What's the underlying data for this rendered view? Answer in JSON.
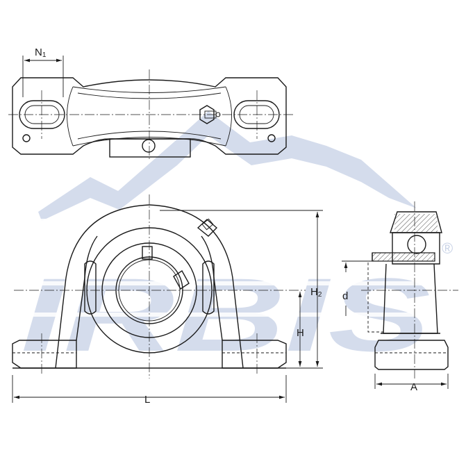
{
  "watermark": {
    "text": "IRBIS",
    "registered": "®",
    "color": "#d4dcec"
  },
  "dimensions": {
    "n1_main": "N",
    "n1_sub": "1",
    "h2_main": "H",
    "h2_sub": "2",
    "h": "H",
    "d": "d",
    "l": "L",
    "a": "A"
  },
  "line_color": "#1a1a1a"
}
